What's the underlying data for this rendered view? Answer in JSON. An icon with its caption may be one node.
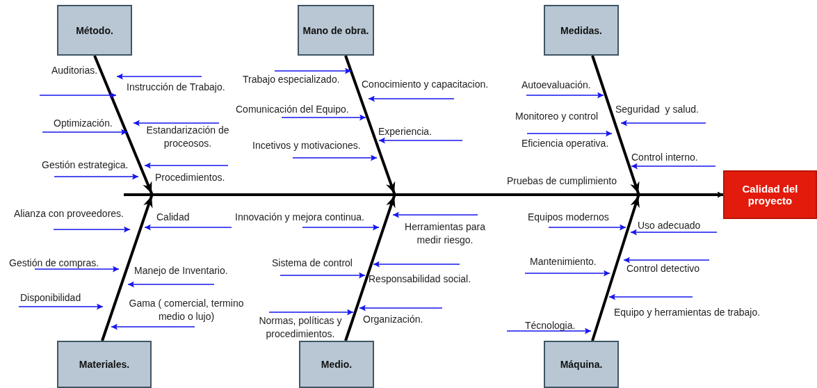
{
  "diagram": {
    "nodes": [
      {
        "text": [
          "Método."
        ]
      },
      {
        "text": [
          "Mano de obra."
        ]
      },
      {
        "text": [
          "Medidas."
        ]
      },
      {
        "text": [
          "Materiales."
        ]
      },
      {
        "text": [
          "Medio."
        ]
      },
      {
        "text": [
          "Máquina."
        ]
      },
      {
        "text": [
          "Calidad del proyecto"
        ]
      }
    ],
    "edges": [
      {
        "from": 0,
        "to": 6,
        "arrow": "to"
      },
      {
        "from": 1,
        "to": 6,
        "arrow": "to"
      },
      {
        "from": 2,
        "to": 6,
        "arrow": "to"
      },
      {
        "from": 3,
        "to": 6,
        "arrow": "to"
      },
      {
        "from": 4,
        "to": 6,
        "arrow": "to"
      },
      {
        "from": 5,
        "to": 6,
        "arrow": "to"
      }
    ],
    "labels": [
      "Auditorias.",
      "Instrucción de Trabajo.",
      "Optimización.",
      "Estandarización de proceosos.",
      "Gestión estrategica.",
      "Procedimientos.",
      "Trabajo especializado.",
      "Conocimiento y capacitacion.",
      "Comunicación del Equipo.",
      "Experiencia.",
      "Incetivos y motivaciones.",
      "Autoevaluación.",
      "Seguridad  y salud.",
      "Monitoreo y control",
      "Eficiencia operativa.",
      "Control interno.",
      "Pruebas de cumplimiento",
      "Alianza con proveedores.",
      "Calidad",
      "Gestión de compras.",
      "Manejo de Inventario.",
      "Disponibilidad",
      "Gama ( comercial, termino medio o lujo)",
      "Innovación y mejora continua.",
      "Herramientas para medir riesgo.",
      "Sistema de control",
      "Responsabilidad social.",
      "Normas, políticas y procedimientos.",
      "Organización.",
      "Equipos modernos",
      "Uso adecuado",
      "Mantenimiento.",
      "Control detectivo",
      "Equipo y herramientas de trabajo.",
      "Técnologia."
    ]
  }
}
